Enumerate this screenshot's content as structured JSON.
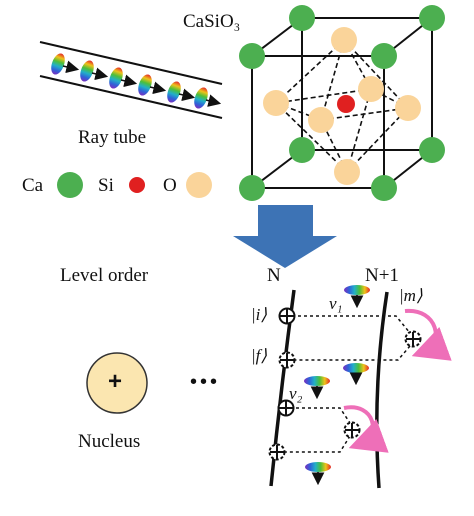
{
  "crystal": {
    "formula_label": "CaSiO₃",
    "atom_colors": {
      "Ca": "#4caf50",
      "Si": "#e02020",
      "O": "#fad49a"
    }
  },
  "ray_tube": {
    "label": "Ray tube",
    "color": "#111111"
  },
  "legend": [
    {
      "symbol": "Ca",
      "color": "#4caf50"
    },
    {
      "symbol": "Si",
      "color": "#e02020"
    },
    {
      "symbol": "O",
      "color": "#fad49a"
    }
  ],
  "arrow": {
    "color": "#3d73b5"
  },
  "level_order": {
    "label": "Level order",
    "level_n": "N",
    "level_n1": "N+1",
    "state_i": "|i⟩",
    "state_f": "|f⟩",
    "state_m": "|m⟩",
    "neutrino_1": "v₁",
    "neutrino_2": "v₂",
    "transition_color": "#ee6fb8"
  },
  "nucleus": {
    "label": "Nucleus",
    "sign": "+",
    "ellipsis": "•••",
    "fill": "#fbe6b0"
  }
}
